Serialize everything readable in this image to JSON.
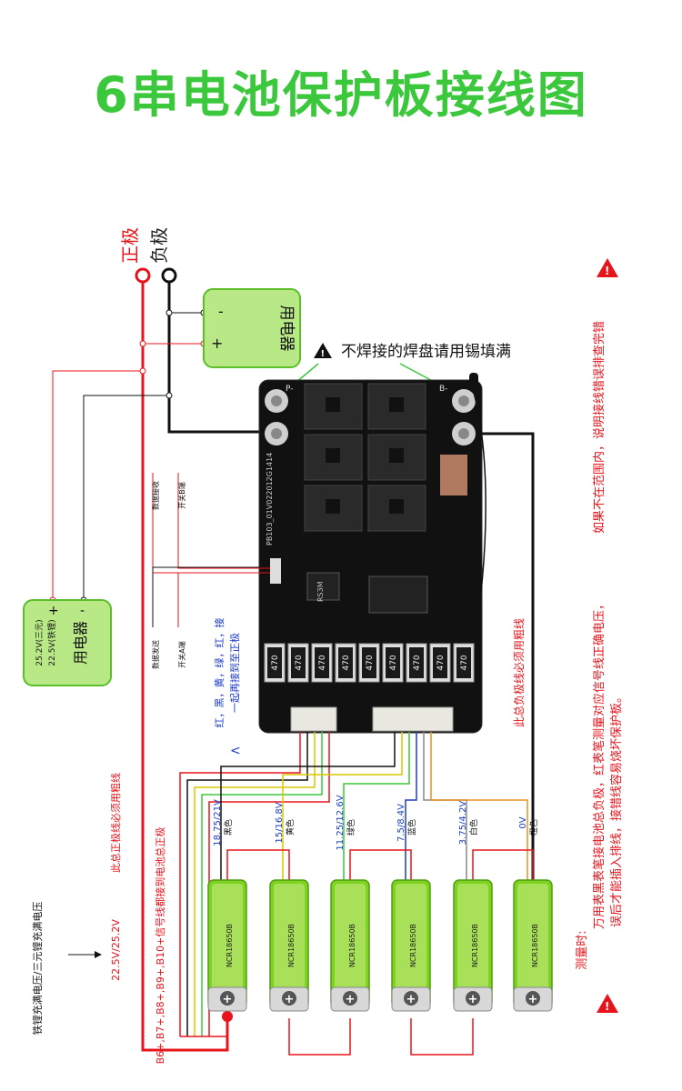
{
  "title": "6串电池保护板接线图",
  "terminals": {
    "positive": "正极",
    "negative": "负极"
  },
  "load_top": {
    "label": "用电器",
    "minus": "-",
    "plus": "+"
  },
  "load_left": {
    "label": "用电器",
    "plus": "+",
    "minus": "-",
    "v1": "25.2V(三元)",
    "v2": "22.5V(铁锂)"
  },
  "warning_pad": "不焊接的焊盘请用锡填满",
  "board": {
    "model": "PB103_01V022012G1414",
    "pad_p": "P-",
    "pad_b": "B-",
    "chip": "RS3M",
    "resistors": [
      "470",
      "470",
      "470",
      "470",
      "470",
      "470",
      "470",
      "470",
      "470"
    ]
  },
  "connector_labels": [
    "数据接收",
    "开关B端",
    "数据发送",
    "开关A端"
  ],
  "wire_note": "红，黑，黄，绿，红，接\n一起再接到至正极",
  "neg_note": "此总负极线必须用粗线",
  "pos_note": "此总正极线必须用粗线",
  "signal_note": "B6+,B7+,B8+,B9+,B10+信号线都接到电池总正极",
  "full_voltage": "22.5V/25.2V",
  "full_voltage_desc": "铁锂充满电压/三元锂充满电压",
  "cells": [
    {
      "voltage": "18.75/21V",
      "color_name": "黑色",
      "model": "NCR18650B"
    },
    {
      "voltage": "15/16.8V",
      "color_name": "黄色",
      "model": "NCR18650B"
    },
    {
      "voltage": "11.25/12.6V",
      "color_name": "绿色",
      "model": "NCR18650B"
    },
    {
      "voltage": "7.5/8.4V",
      "color_name": "蓝色",
      "model": "NCR18650B"
    },
    {
      "voltage": "3.75/4.2V",
      "color_name": "白色",
      "model": "NCR18650B"
    },
    {
      "voltage": "0V",
      "color_name": "橙色",
      "model": "NCR18650B"
    }
  ],
  "measure": {
    "title": "测量时:",
    "l1": "万用表黑表笔接电池总负极，红表笔测量对应信号线正确电压，",
    "l2": "如果不在范围内，说明接线错误排查完错",
    "l3": "误后才能插入排线，接错线容易烧坏保护板。"
  },
  "colors": {
    "green": "#3cc83c",
    "red": "#e8141c",
    "board": "#111111"
  }
}
